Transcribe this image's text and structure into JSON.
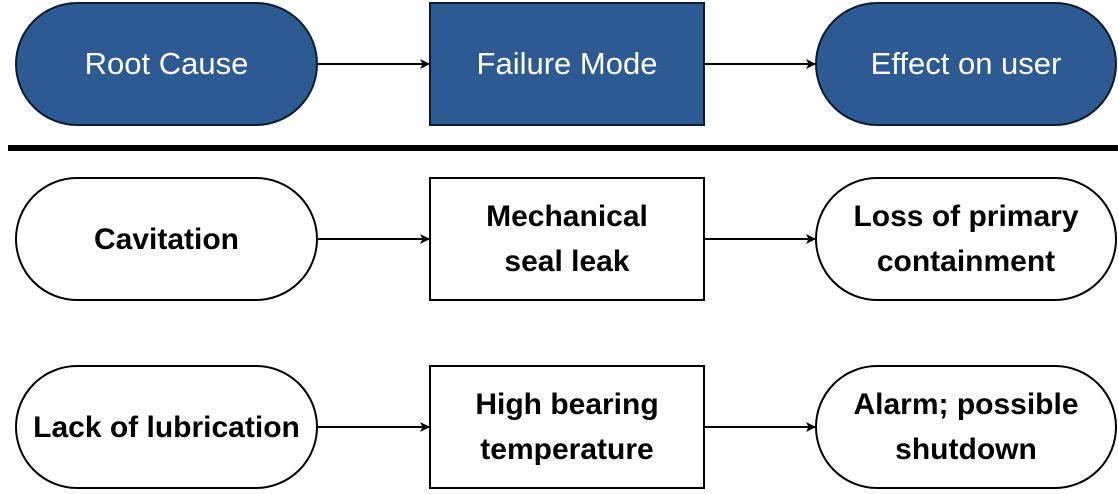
{
  "colors": {
    "header_fill": "#2d5a93",
    "header_text": "#ffffff",
    "body_fill": "#ffffff",
    "stroke": "#000000"
  },
  "header": {
    "root_cause": "Root Cause",
    "failure_mode": "Failure Mode",
    "effect": "Effect on user"
  },
  "rows": [
    {
      "root_cause": "Cavitation",
      "failure_mode": "Mechanical\nseal leak",
      "effect": "Loss of primary\ncontainment"
    },
    {
      "root_cause": "Lack of lubrication",
      "failure_mode": "High bearing\ntemperature",
      "effect": "Alarm; possible\nshutdown"
    }
  ]
}
